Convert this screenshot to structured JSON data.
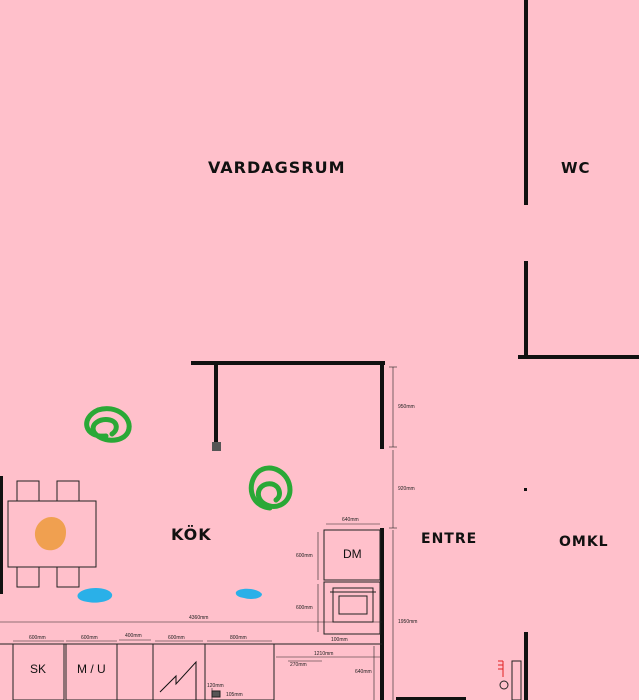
{
  "rooms": {
    "vardagsrum": "VARDAGSRUM",
    "wc": "WC",
    "kok": "KÖK",
    "entre": "ENTRE",
    "omkl": "OMKL"
  },
  "appliances": {
    "dm": "DM",
    "sk": "SK",
    "mu": "M / U"
  },
  "dimensions": {
    "d950": "950mm",
    "d920": "920mm",
    "d640a": "640mm",
    "d600_dm": "600mm",
    "d600_oven": "600mm",
    "d100": "100mm",
    "d4360": "4360mm",
    "d1950": "1950mm",
    "d600_sk": "600mm",
    "d600_mu": "600mm",
    "d400": "400mm",
    "d600_c": "600mm",
    "d800": "800mm",
    "d1210": "1210mm",
    "d270": "270mm",
    "d640b": "640mm",
    "d120": "120mm",
    "d105": "105mm"
  },
  "colors": {
    "background": "#ffc0cb",
    "wall": "#111111",
    "plant": "#2aa836",
    "orange_marker": "#f0a050",
    "blue_marker": "#2ab0e8"
  }
}
